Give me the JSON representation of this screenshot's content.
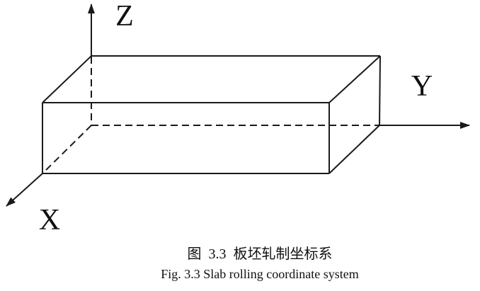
{
  "figure": {
    "axis_labels": {
      "x": "X",
      "y": "Y",
      "z": "Z"
    },
    "caption_zh": "图  3.3  板坯轧制坐标系",
    "caption_en": "Fig. 3.3 Slab rolling coordinate system",
    "colors": {
      "line": "#1a1a1a",
      "background": "#ffffff",
      "text": "#111111"
    }
  }
}
